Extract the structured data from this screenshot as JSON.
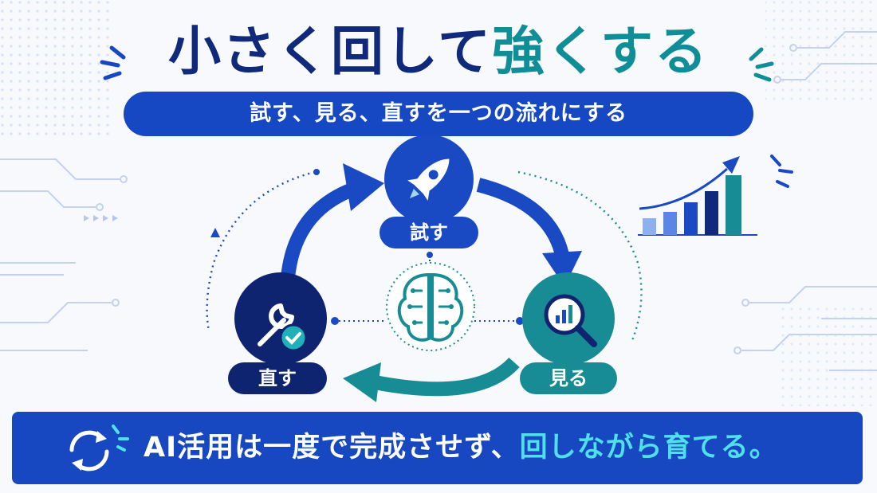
{
  "title": {
    "part1": "小さく回して",
    "part2": "強くする"
  },
  "subtitle": "試す、見る、直すを一つの流れにする",
  "cycle": {
    "try_label": "試す",
    "see_label": "見る",
    "fix_label": "直す"
  },
  "bottom": {
    "part1": "AI活用は一度で完成させず、",
    "part2": "回しながら育てる。"
  },
  "colors": {
    "navy": "#10297a",
    "blue": "#1648c4",
    "teal": "#0f8e98",
    "light_teal": "#4fe0ea"
  },
  "icons": [
    "rocket-icon",
    "magnifier-chart-icon",
    "wrench-check-icon",
    "brain-circuit-icon",
    "rising-bar-chart-icon",
    "refresh-icon"
  ]
}
